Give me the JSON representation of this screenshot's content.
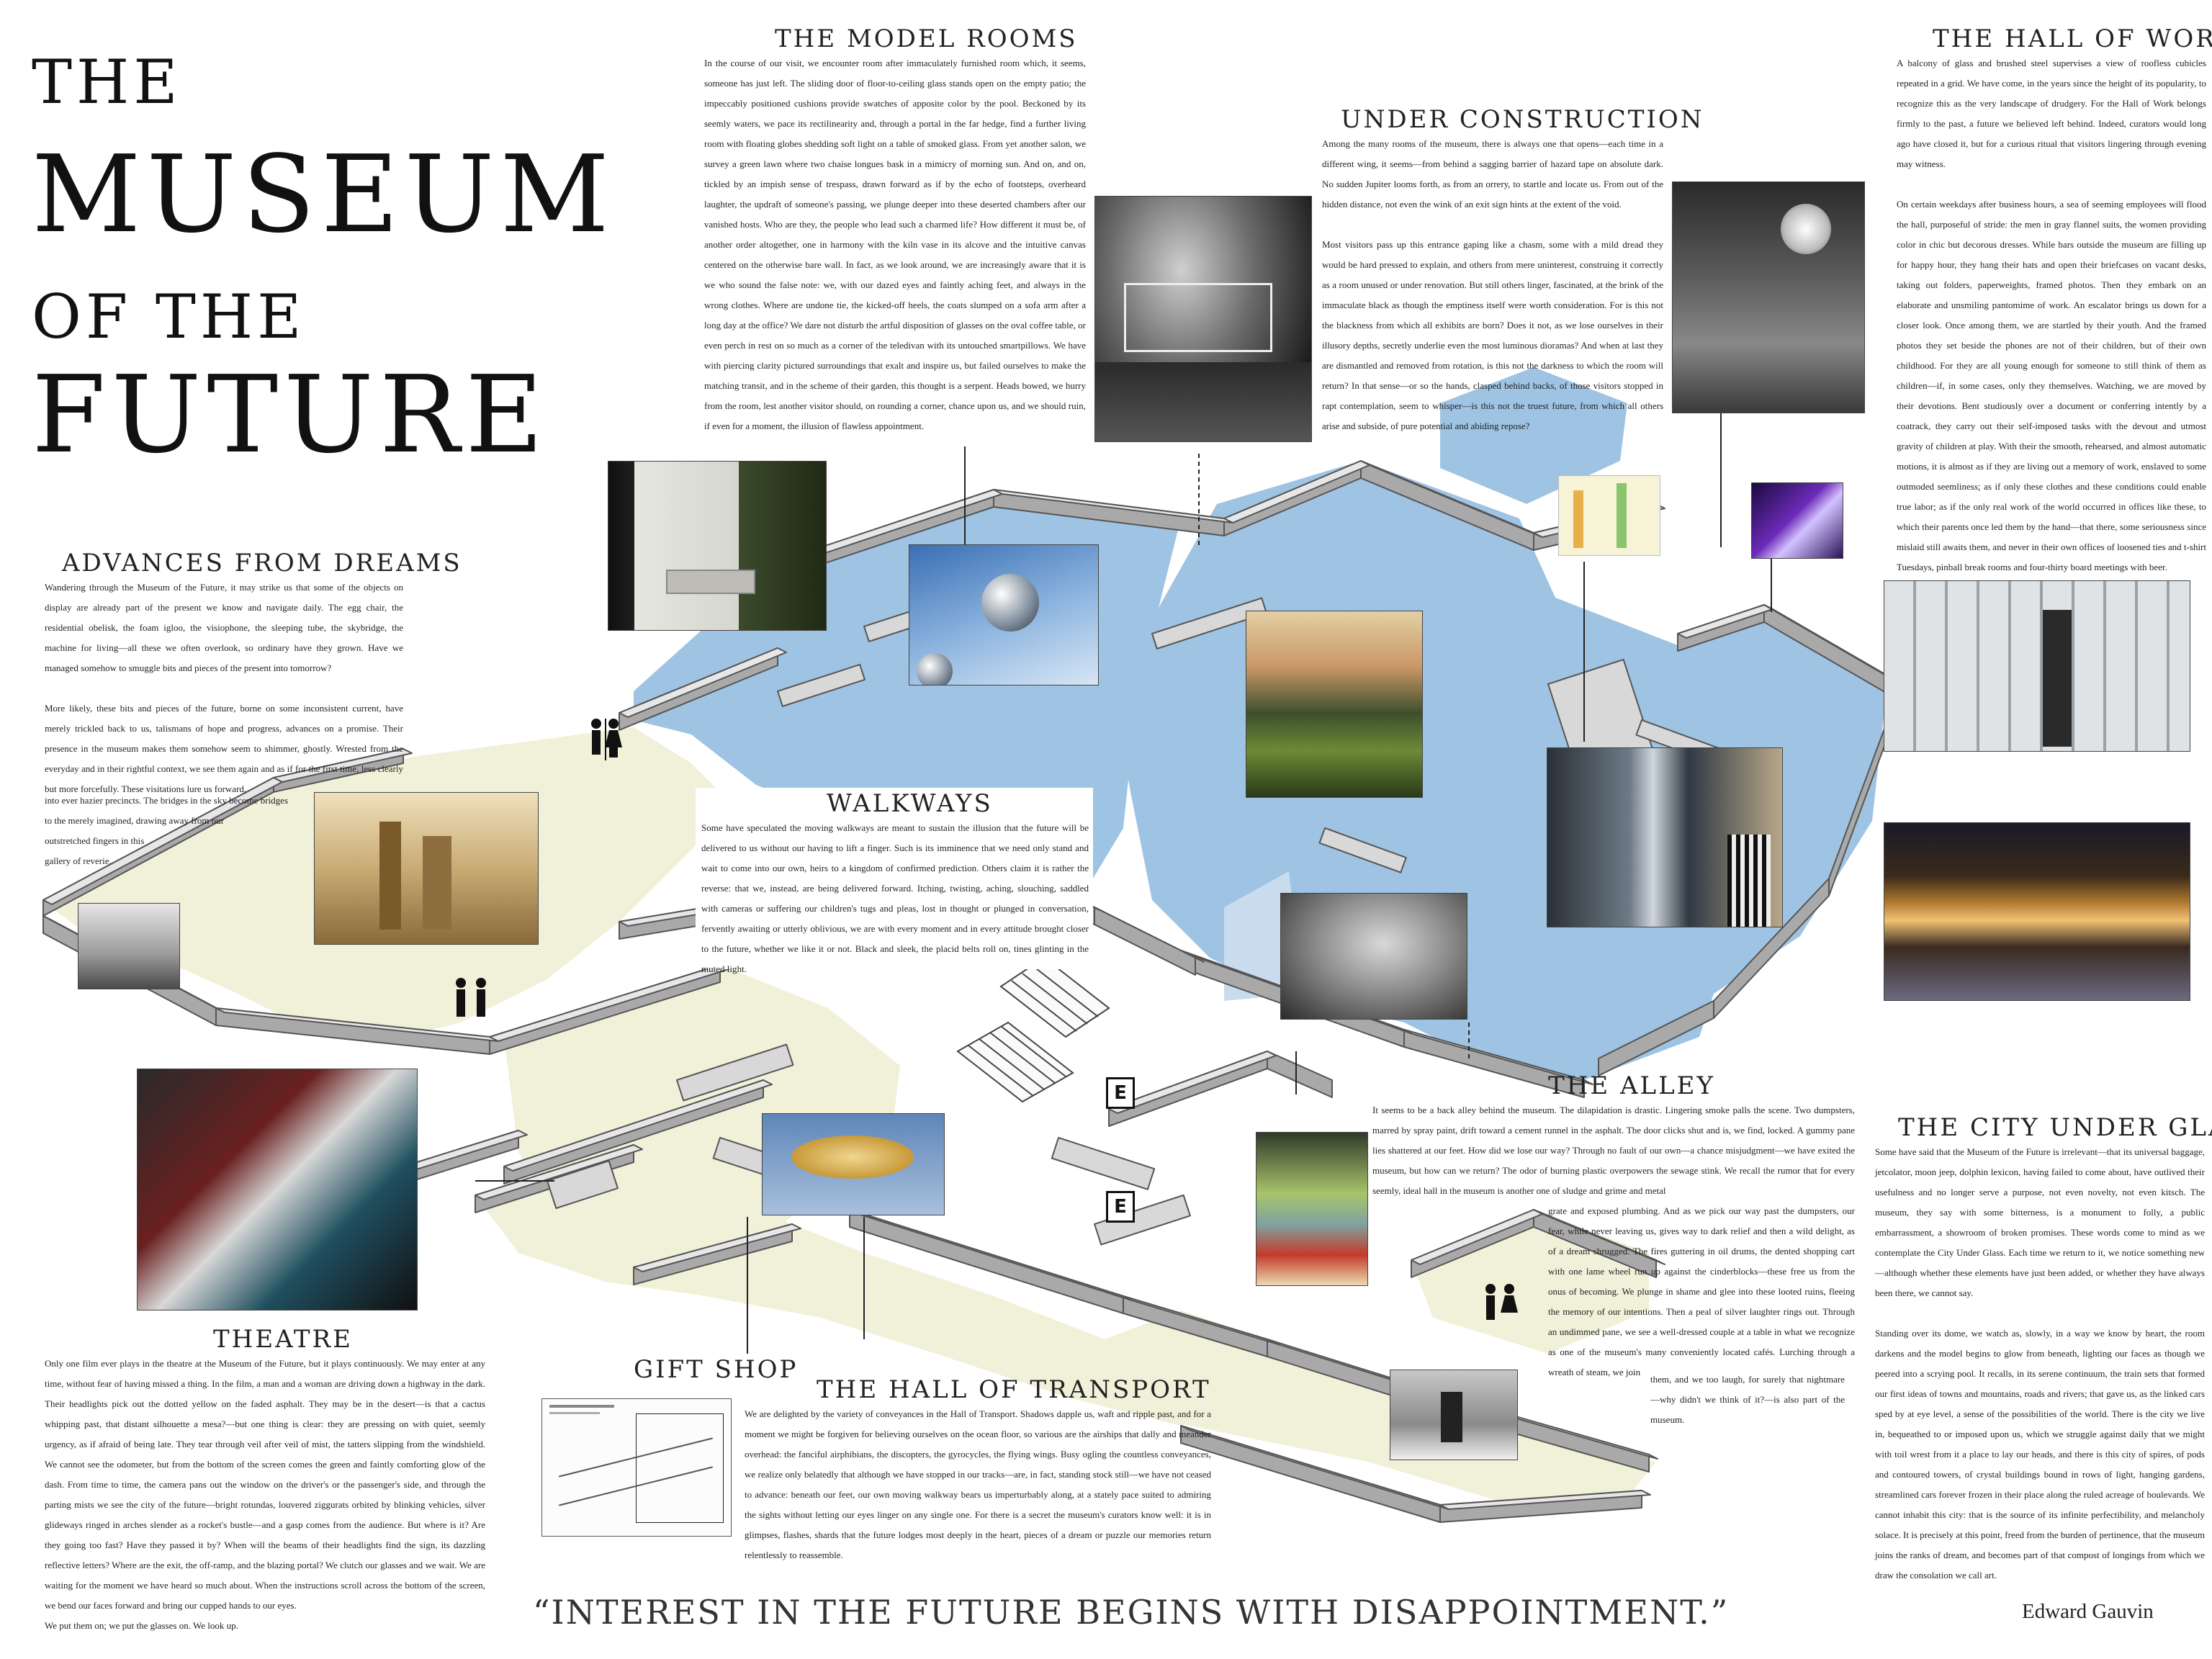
{
  "title": {
    "line1": "THE",
    "line2": "MUSEUM",
    "line3": "OF THE",
    "line4": "FUTURE"
  },
  "sections": {
    "model_rooms": {
      "heading": "THE MODEL ROOMS",
      "text": "In the course of our visit, we encounter room after immaculately furnished room which, it seems, someone has just left. The sliding door of floor-to-ceiling glass stands open on the empty patio; the impeccably positioned cushions provide swatches of apposite color by the pool. Beckoned by its seemly waters, we pace its rectilinearity and, through a portal in the far hedge, find a further living room with floating globes shedding soft light on a table of smoked glass. From yet another salon, we survey a green lawn where two chaise longues bask in a mimicry of morning sun. And on, and on, tickled by an impish sense of trespass, drawn forward as if by the echo of footsteps, overheard laughter, the updraft of someone's passing, we plunge deeper into these deserted chambers after our vanished hosts. Who are they, the people who lead such a charmed life? How different it must be, of another order altogether, one in harmony with the kiln vase in its alcove and the intuitive canvas centered on the otherwise bare wall. In fact, as we look around, we are increasingly aware that it is we who sound the false note: we, with our dazed eyes and faintly aching feet, and always in the wrong clothes. Where are undone tie, the kicked-off heels, the coats slumped on a sofa arm after a long day at the office? We dare not disturb the artful disposition of glasses on the oval coffee table, or even perch in rest on so much as a corner of the teledivan with its untouched smartpillows. We have with piercing clarity pictured surroundings that exalt and inspire us, but failed ourselves to make the matching transit, and in the scheme of their garden, this thought is a serpent. Heads bowed, we hurry from the room, lest another visitor should, on rounding a corner, chance upon us, and we should ruin, if even for a moment, the illusion of flawless appointment."
    },
    "under_construction": {
      "heading": "UNDER CONSTRUCTION",
      "p1": "Among the many rooms of the museum, there is always one that opens—each time in a different wing, it seems—from behind a sagging barrier of hazard tape on absolute dark. No sudden Jupiter looms forth, as from an orrery, to startle and locate us. From out of the hidden distance, not even the wink of an exit sign hints at the extent of the void.",
      "p2": "Most visitors pass up this entrance gaping like a chasm, some with a mild dread they would be hard pressed to explain, and others from mere uninterest, construing it correctly as a room unused or under renovation. But still others linger, fascinated, at the brink of the immaculate black as though the emptiness itself were worth consideration. For is this not the blackness from which all exhibits are born? Does it not, as we lose ourselves in their illusory depths, secretly underlie even the most luminous dioramas? And when at last they are dismantled and removed from rotation, is this not the darkness to which the room will return? In that sense—or so the hands, clasped behind backs, of those visitors stopped in rapt contemplation, seem to whisper—is this not the truest future, from which all others arise and subside, of pure potential and abiding repose?"
    },
    "hall_of_work": {
      "heading": "THE HALL OF WORK",
      "p1": "A balcony of glass and brushed steel supervises a view of roofless cubicles repeated in a grid. We have come, in the years since the height of its popularity, to recognize this as the very landscape of drudgery. For the Hall of Work belongs firmly to the past, a future we believed left behind. Indeed, curators would long ago have closed it, but for a curious ritual that visitors lingering through evening may witness.",
      "p2": "On certain weekdays after business hours, a sea of seeming employees will flood the hall, purposeful of stride: the men in gray flannel suits, the women providing color in chic but decorous dresses. While bars outside the museum are filling up for happy hour, they hang their hats and open their briefcases on vacant desks, taking out folders, paperweights, framed photos. Then they embark on an elaborate and unsmiling pantomime of work. An escalator brings us down for a closer look. Once among them, we are startled by their youth. And the framed photos they set beside the phones are not of their children, but of their own childhood. For they are all young enough for someone to still think of them as children—if, in some cases, only they themselves. Watching, we are moved by their devotions. Bent studiously over a document or conferring intently by a coatrack, they carry out their self-imposed tasks with the devout and utmost gravity of children at play. With their the smooth, rehearsed, and almost automatic motions, it is almost as if they are living out a memory of work, enslaved to some outmoded seemliness; as if only these clothes and these conditions could enable true labor; as if the only real work of the world occurred in offices like these, to which their parents once led them by the hand—that there, some seriousness since mislaid still awaits them, and never in their own offices of loosened ties and t-shirt Tuesdays, pinball break rooms and four-thirty board meetings with beer."
    },
    "advances": {
      "heading": "ADVANCES FROM DREAMS",
      "p1": "Wandering through the Museum of the Future, it may strike us that some of the objects on display are already part of the present we know and navigate daily. The egg chair, the residential obelisk, the foam igloo, the visiophone, the sleeping tube, the skybridge, the machine for living—all these we often overlook, so ordinary have they grown. Have we managed somehow to smuggle bits and pieces of the present into tomorrow?",
      "p2": "More likely, these bits and pieces of the future, borne on some inconsistent current, have merely trickled back to us, talismans of hope and progress, advances on a promise. Their presence in the museum makes them somehow seem to shimmer, ghostly. Wrested from the everyday and in their rightful context, we see them again and as if for the first time, less clearly but more forcefully. These visitations lure us forward,",
      "p3a": "into ever hazier precincts. The bridges in the sky become bridges",
      "p3b": "to the merely imagined, drawing away from our",
      "p3c": "outstretched fingers in this",
      "p3d": "gallery of reverie."
    },
    "walkways": {
      "heading": "WALKWAYS",
      "text": "Some have speculated the moving walkways are meant to sustain the illusion that the future will be delivered to us without our having to lift a finger. Such is its imminence that we need only stand and wait to come into our own, heirs to a kingdom of confirmed prediction. Others claim it is rather the reverse: that we, instead, are being delivered forward. Itching, twisting, aching, slouching, saddled with cameras or suffering our children's tugs and pleas, lost in thought or plunged in conversation, fervently awaiting or utterly oblivious, we are with every moment and in every attitude brought closer to the future, whether we like it or not. Black and sleek, the placid belts roll on, tines glinting in the muted light."
    },
    "alley": {
      "heading": "THE ALLEY",
      "p1": "It seems to be a back alley behind the museum. The dilapidation is drastic. Lingering smoke palls the scene. Two dumpsters, marred by spray paint, drift toward a cement runnel in the asphalt. The door clicks shut and is, we find, locked. A gummy pane lies shattered at our feet. How did we lose our way? Through no fault of our own—a chance misjudgment—we have exited the museum, but how can we return? The odor of burning plastic overpowers the sewage stink. We recall the rumor that for every seemly, ideal hall in the museum is another one of sludge and grime and metal",
      "p2": "grate and exposed plumbing. And as we pick our way past the dumpsters, our fear, while never leaving us, gives way to dark relief and then a wild delight, as of a dream shrugged. The fires guttering in oil drums, the dented shopping cart with one lame wheel run up against the cinderblocks—these free us from the onus of becoming. We plunge in shame and glee into these looted ruins, fleeing the memory of our intentions. Then a peal of silver laughter rings out. Through an undimmed pane, we see a well-dressed couple at a table in what we recognize as one of the museum's many conveniently located cafés. Lurching through a wreath of steam, we join",
      "p3": "them, and we too laugh, for surely that nightmare—why didn't we think of it?—is also part of the museum."
    },
    "city": {
      "heading": "THE CITY UNDER GLASS",
      "p1": "Some have said that the Museum of the Future is irrelevant—that its universal baggage, jetcolator, moon jeep, dolphin lexicon, having failed to come about, have outlived their usefulness and no longer serve a purpose, not even novelty, not even kitsch. The museum, they say with some bitterness, is a monument to folly, a public embarrassment, a showroom of broken promises. These words come to mind as we contemplate the City Under Glass. Each time we return to it, we notice something new—although whether these elements have just been added, or whether they have always been there, we cannot say.",
      "p2": "Standing over its dome, we watch as, slowly, in a way we know by heart, the room darkens and the model begins to glow from beneath, lighting our faces as though we peered into a scrying pool. It recalls, in its serene continuum, the train sets that formed our first ideas of towns and mountains, roads and rivers; that gave us, as the linked cars sped by at eye level, a sense of the possibilities of the world. There is the city we live in, bequeathed to or imposed upon us, which we struggle against daily that we might with toil wrest from it a place to lay our heads, and there is this city of spires, of pods and contoured towers, of crystal buildings bound in rows of light, hanging gardens, streamlined cars forever frozen in their place along the ruled acreage of boulevards. We cannot inhabit this city: that is the source of its infinite perfectibility, and melancholy solace. It is precisely at this point, freed from the burden of pertinence, that the museum joins the ranks of dream, and becomes part of that compost of longings from which we draw the consolation we call art."
    },
    "theatre": {
      "heading": "THEATRE",
      "p1": "Only one film ever plays in the theatre at the Museum of the Future, but it plays continuously. We may enter at any time, without fear of having missed a thing. In the film, a man and a woman are driving down a highway in the dark. Their headlights pick out the dotted yellow on the faded asphalt. They may be in the desert—is that a cactus whipping past, that distant silhouette a mesa?—but one thing is clear: they are pressing on with quiet, seemly urgency, as if afraid of being late. They tear through veil after veil of mist, the tatters slipping from the windshield. We cannot see the odometer, but from the bottom of the screen comes the green and faintly comforting glow of the dash. From time to time, the camera pans out the window on the driver's or the passenger's side, and through the parting mists we see the city of the future—bright rotundas, louvered ziggurats orbited by blinking vehicles, silver glideways ringed in arches slender as a rocket's bustle—and a gasp comes from the audience. But where is it? Are they going too fast? Have they passed it by? When will the beams of their headlights find the sign, its dazzling reflective letters? Where are the exit, the off-ramp, and the blazing portal? We clutch our glasses and we wait. We are waiting for the moment we have heard so much about. When the instructions scroll across the bottom of the screen, we bend our faces forward and bring our cupped hands to our eyes.",
      "p2": "We put them on; we put the glasses on. We look up."
    },
    "gift_shop": {
      "heading": "GIFT SHOP"
    },
    "transport": {
      "heading": "THE HALL OF TRANSPORT",
      "text": "We are delighted by the variety of conveyances in the Hall of Transport. Shadows dapple us, waft and ripple past, and for a moment we might be forgiven for believing ourselves on the ocean floor, so various are the airships that dally and meander overhead: the fanciful airphibians, the discopters, the gyrocycles, the flying wings. Busy ogling the countless conveyances, we realize only belatedly that although we have stopped in our tracks—are, in fact, standing stock still—we have not ceased to advance: beneath our feet, our own moving walkway bears us imperturbably along, at a stately pace suited to admiring the sights without letting our eyes linger on any single one. For there is a secret the museum's curators know well: it is in glimpses, flashes, shards that the future lodges most deeply in the heart, pieces of a dream or puzzle our memories return relentlessly to reassemble."
    }
  },
  "plan": {
    "exit_label": "E"
  },
  "footer": {
    "quote": "“Interest in the future begins with disappointment.”",
    "author": "Edward Gauvin"
  },
  "colors": {
    "water": "#9fc3e3",
    "floor": "#f1f0d8",
    "wall_top": "#e7e7e7",
    "wall_side": "#a9a9a9"
  }
}
